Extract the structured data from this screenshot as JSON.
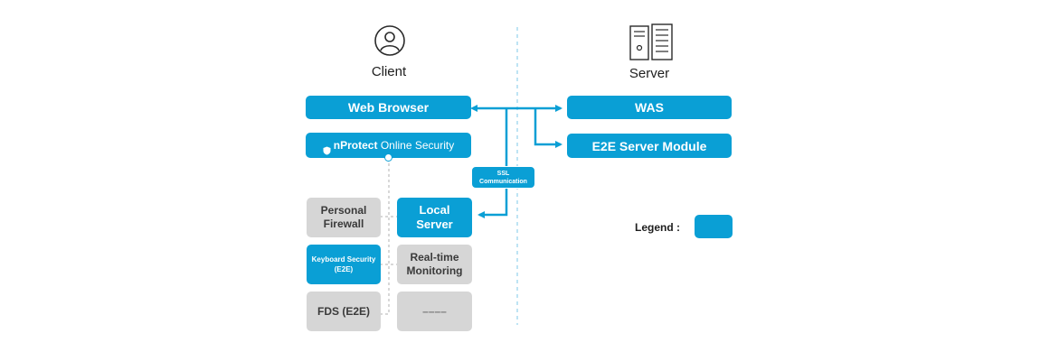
{
  "client": {
    "title": "Client",
    "icon": "user-icon",
    "web_browser": "Web Browser",
    "nprotect": {
      "brand_bold": "nProtect",
      "brand_rest": " Online Security",
      "icon": "shield-icon"
    },
    "local_server": "Local\nServer",
    "modules": {
      "personal_firewall": "Personal\nFirewall",
      "keyboard_security": "Keyboard Security\n(E2E)",
      "realtime_monitoring": "Real-time\nMonitoring",
      "fds": "FDS (E2E)",
      "placeholder": "––––"
    }
  },
  "server": {
    "title": "Server",
    "icon": "server-icon",
    "was": "WAS",
    "e2e_module": "E2E Server Module"
  },
  "ssl_label": "SSL\nCommunication",
  "legend": {
    "label": "Legend :"
  },
  "colors": {
    "accent": "#0a9fd5",
    "gray_box": "#d6d6d6",
    "divider": "#7cc8ea",
    "dashed": "#b0b0b0"
  }
}
